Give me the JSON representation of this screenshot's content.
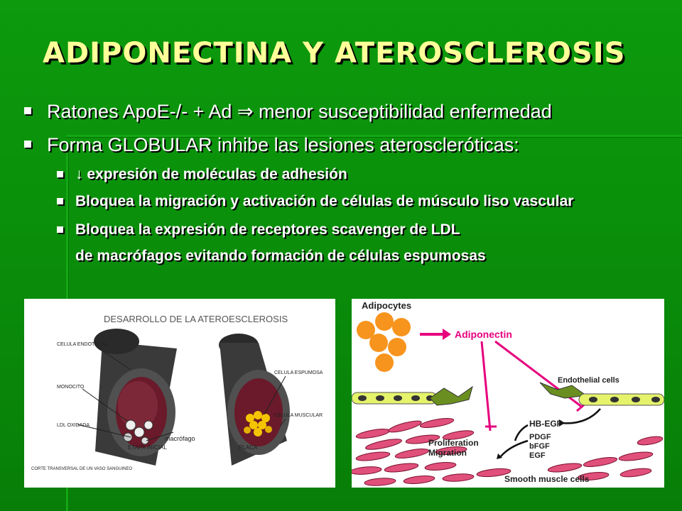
{
  "title": "ADIPONECTINA Y ATEROSCLEROSIS",
  "bullets": [
    "Ratones ApoE-/- + Ad ⇒ menor susceptibilidad enfermedad",
    "Forma GLOBULAR inhibe las lesiones ateroscleróticas:"
  ],
  "sub_bullets": [
    "↓ expresión de moléculas de adhesión",
    "Bloquea la migración y activación de células de músculo liso vascular",
    "Bloquea la expresión de receptores scavenger de LDL"
  ],
  "sub_continuation": "de macrófagos evitando formación de células espumosas",
  "left_figure": {
    "title": "DESARROLLO DE LA ATEROESCLEROSIS",
    "labels": {
      "celula_endotelial": "CELULA ENDOTELIAL",
      "monocito": "MONOCITO",
      "ldl_oxidada": "LDL OXIDADA",
      "macrofago": "macrófago",
      "celula_espumosa": "CELULA ESPUMOSA",
      "celula_muscular": "CELULA MUSCULAR",
      "etapa_inicial": "ETAPA INICIAL",
      "placa": "PLACA",
      "caption": "CORTE TRANSVERSAL DE UN VASO SANGUINEO"
    }
  },
  "right_figure": {
    "adipocytes": "Adipocytes",
    "adiponectin": "Adiponectin",
    "endothelial_cells": "Endothelial cells",
    "hb_egf": "HB-EGF",
    "pdgf": "PDGF",
    "bfgf": "bFGF",
    "egf": "EGF",
    "proliferation": "Proliferation",
    "migration": "Migration",
    "smooth_muscle": "Smooth muscle cells"
  },
  "colors": {
    "title": "#ffff99",
    "background": "#0a8f0a",
    "adiponectin": "#e6007e",
    "adipocyte": "#f7941d"
  }
}
